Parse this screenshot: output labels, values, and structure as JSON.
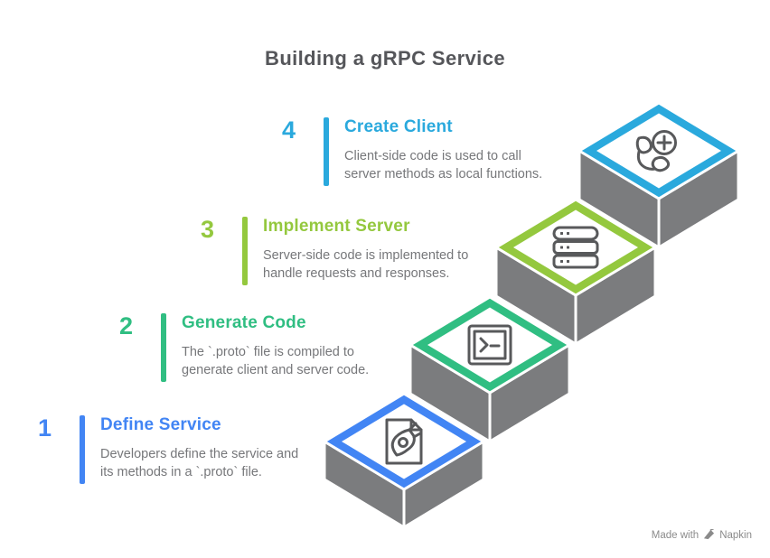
{
  "title": "Building a gRPC Service",
  "steps": [
    {
      "number": "1",
      "title": "Define Service",
      "description": "Developers define the service and\nits methods in a `.proto` file.",
      "color": "#4285F4",
      "icon": "file-pen-icon"
    },
    {
      "number": "2",
      "title": "Generate Code",
      "description": "The `.proto` file is compiled to\ngenerate client and server code.",
      "color": "#30BE82",
      "icon": "terminal-icon"
    },
    {
      "number": "3",
      "title": "Implement Server",
      "description": "Server-side code is implemented to\nhandle requests and responses.",
      "color": "#94C83E",
      "icon": "database-icon"
    },
    {
      "number": "4",
      "title": "Create Client",
      "description": "Client-side code is used to call\nserver methods as local functions.",
      "color": "#2AA9DD",
      "icon": "phone-add-icon"
    }
  ],
  "colors": {
    "wall": "#7B7C7E",
    "title_text": "#55565A",
    "description_text": "#76777A",
    "icon_stroke": "#58595B",
    "platform_inner": "#FFFFFF",
    "watermark": "#8B8B8B"
  },
  "watermark": {
    "prefix": "Made with",
    "brand": "Napkin"
  }
}
